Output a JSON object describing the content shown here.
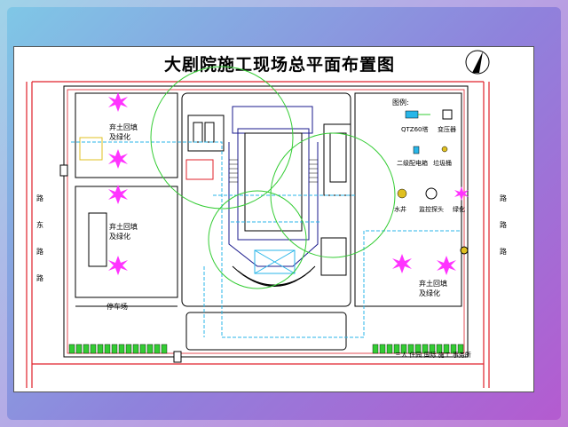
{
  "title": "大剧院施工现场总平面布置图",
  "legend": {
    "heading": "图例:",
    "tower_crane": "QTZ60塔",
    "transformer": "变压器",
    "distribution_box": "二级配电箱",
    "dustbin": "垃圾桶",
    "well": "水井",
    "camera": "监控探头",
    "greening": "绿化"
  },
  "zones": {
    "fill_green_left_top_1": "弃土回填",
    "fill_green_left_top_2": "及绿化",
    "fill_green_left_mid_1": "弃土回填",
    "fill_green_left_mid_2": "及绿化",
    "fill_green_right_1": "弃土回填",
    "fill_green_right_2": "及绿化",
    "parking": "停车场",
    "office_bar": "三人 住园 国际 施工 事务所"
  },
  "roads": {
    "left_road_chars": [
      "路",
      "东",
      "路",
      "路"
    ],
    "right_road_chars": [
      "路",
      "路",
      "路"
    ]
  },
  "colors": {
    "crane_circle": "#33cc33",
    "building_outline": "#1a1a8c",
    "road_red": "#e0202a",
    "temp_line": "#29b6e8",
    "greening": "#ff33ff",
    "fence_green": "#33cc33"
  }
}
